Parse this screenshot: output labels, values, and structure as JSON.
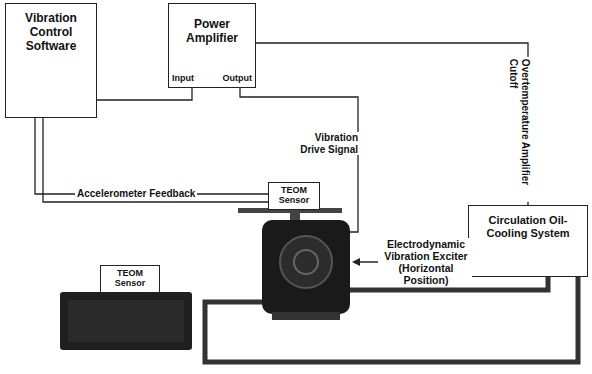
{
  "diagram": {
    "nodes": [
      {
        "text": [
          "Vibration Control Software"
        ]
      },
      {
        "text": [
          "Power Amplifier",
          "Input",
          "Output"
        ]
      },
      {
        "text": [
          "Circulation Oil-Cooling System"
        ]
      },
      {
        "text": [
          "TEOM Sensor"
        ]
      },
      {
        "text": [
          "TEOM Sensor"
        ]
      }
    ],
    "edges": [
      {
        "from": 0,
        "to": 1,
        "arrow": "none"
      },
      {
        "from": 0,
        "to": 3,
        "label": "Accelerometer Feedback",
        "arrow": "none"
      },
      {
        "from": 1,
        "to": 2,
        "label": "Overtemperature Amplifier Cutoff",
        "arrow": "none"
      }
    ],
    "labels": [
      "Vibration Drive Signal",
      "Electrodynamic Vibration Exciter (Horizontal Position)"
    ]
  }
}
